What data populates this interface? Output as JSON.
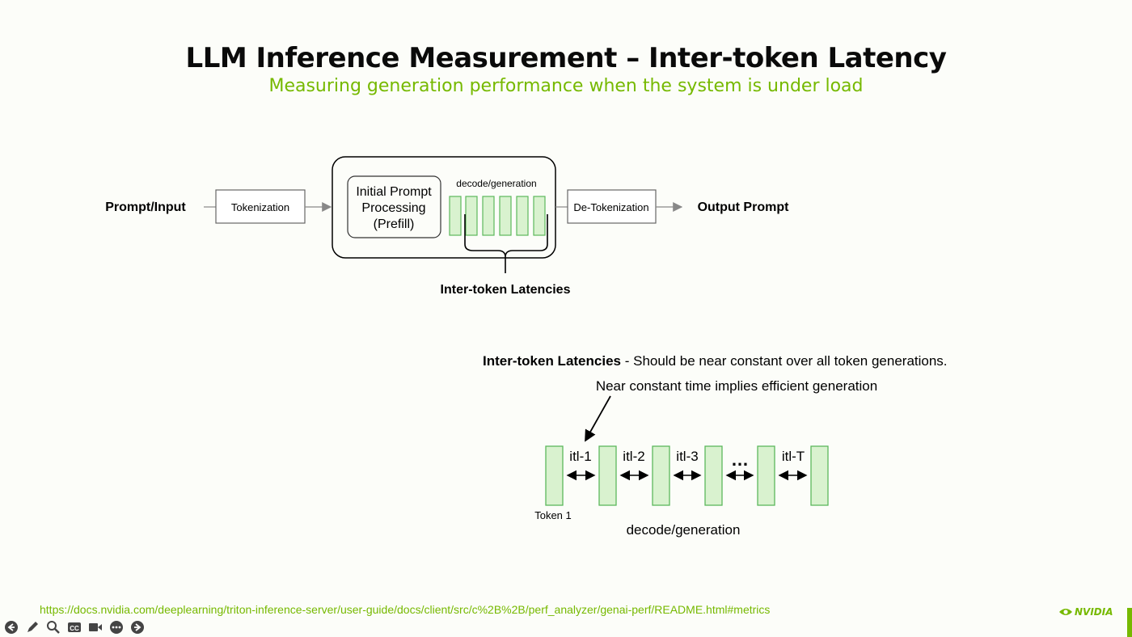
{
  "slide": {
    "title": "LLM Inference Measurement – Inter-token Latency",
    "subtitle": "Measuring generation performance when the system is under load"
  },
  "pipeline": {
    "input_label": "Prompt/Input",
    "tokenization": "Tokenization",
    "prefill_line1": "Initial Prompt",
    "prefill_line2": "Processing",
    "prefill_line3": "(Prefill)",
    "decode_label": "decode/generation",
    "detokenization": "De-Tokenization",
    "output_label": "Output Prompt",
    "brace_label": "Inter-token Latencies"
  },
  "detail": {
    "heading_bold": "Inter-token Latencies",
    "heading_rest": " - Should be near constant over all token generations.",
    "annotation": "Near constant time implies efficient generation",
    "itl_labels": [
      "itl-1",
      "itl-2",
      "itl-3",
      "…",
      "itl-T"
    ],
    "token_label": "Token 1",
    "bottom_label": "decode/generation"
  },
  "footer": {
    "link": "https://docs.nvidia.com/deeplearning/triton-inference-server/user-guide/docs/client/src/c%2B%2B/perf_analyzer/genai-perf/README.html#metrics",
    "logo_text": "NVIDIA"
  },
  "colors": {
    "accent": "#76b900",
    "token_fill": "#d9f2cf",
    "token_stroke": "#5cb85c"
  },
  "icons": [
    "prev-icon",
    "pen-icon",
    "zoom-icon",
    "captions-icon",
    "video-icon",
    "more-icon",
    "next-icon"
  ]
}
